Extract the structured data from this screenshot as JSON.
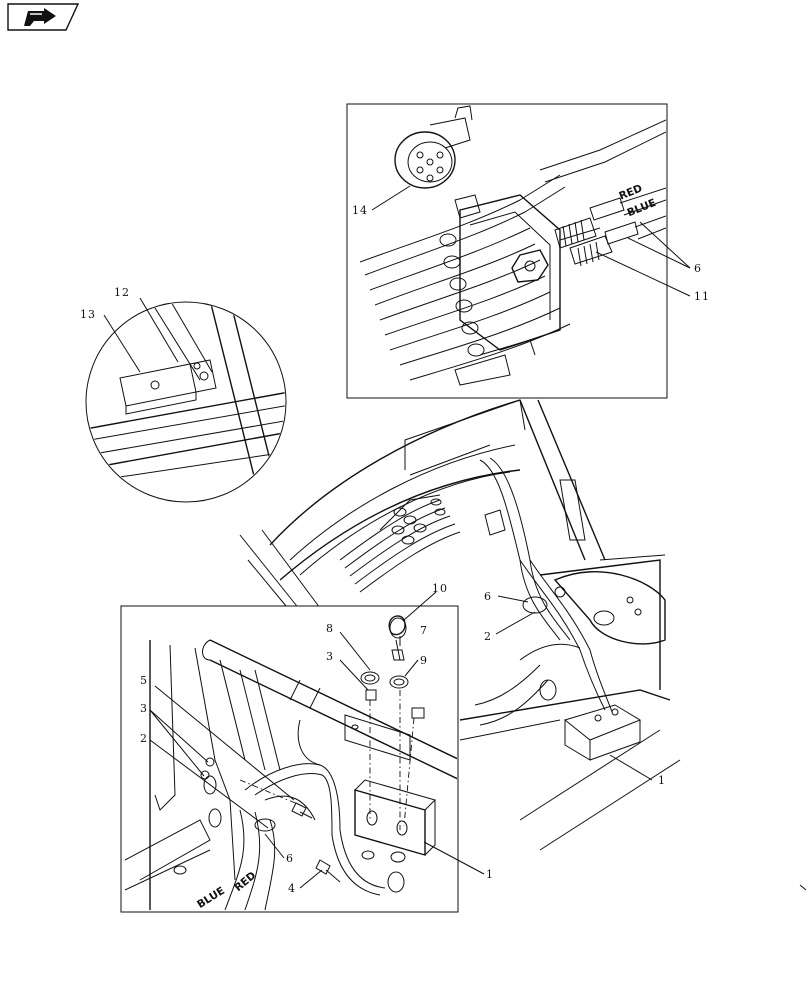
{
  "nav": {
    "icon": "return-arrow-icon"
  },
  "callouts": {
    "c1a": "1",
    "c1b": "1",
    "c2a": "2",
    "c2b": "2",
    "c3a": "3",
    "c3b": "3",
    "c4": "4",
    "c5": "5",
    "c6a": "6",
    "c6b": "6",
    "c6c": "6",
    "c7": "7",
    "c8": "8",
    "c9": "9",
    "c10": "10",
    "c11": "11",
    "c12": "12",
    "c13": "13",
    "c14": "14"
  },
  "tags": {
    "red_top": "RED",
    "blue_top": "BLUE",
    "blue_bottom": "BLUE",
    "red_bottom": "RED"
  }
}
